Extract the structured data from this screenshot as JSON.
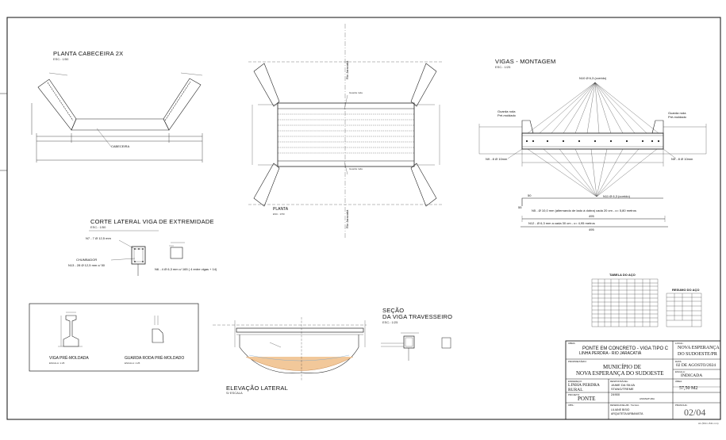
{
  "titles": {
    "planta_cabeceira": "PLANTA CABECEIRA 2X",
    "planta_cabeceira_esc": "ESC.: 1/50",
    "cabeceira": "CABECEIRA",
    "planta": "PLANTA",
    "planta_esc": "ESC.: 1/50",
    "rio_top": "Rio Jaracatiá",
    "rio_bottom": "Rio Jaracatiá",
    "guarda_rodas_1": "Guarda roda",
    "guarda_rodas_2": "Guarda roda",
    "vigas_montagem": "VIGAS - MONTAGEM",
    "vigas_montagem_esc": "ESC.: 1/25",
    "n10": "N10 Ø 6,3 (corrido)",
    "gr_left_1": "Guarda roda",
    "gr_left_2": "Pré-moldado",
    "gr_right_1": "Guarda roda",
    "gr_right_2": "Pré-moldado",
    "n9_left": "N9 - 8 Ø 10mm",
    "n9_right": "N9 - 8 Ø 10mm",
    "n11": "N11 Ø 6,3 (corrido)",
    "dim_50": "50",
    "dim_55": "55",
    "n5": "N5 - Ø 10,0 mm (alternando de lado à dobra) cada 20 cm - c= 5,80 metros",
    "dim_495a": "495",
    "n12": "N12 - Ø 6,3 mm a cada 30 cm  - c= 4,95 metros",
    "dim_495b": "495",
    "corte_lateral": "CORTE LATERAL VIGA DE EXTREMIDADE",
    "corte_lateral_esc": "ESC.: 1/50",
    "n7": "N7 - 7 Ø 12,5 mm",
    "chumbador": "CHUMBADOR",
    "n13": "N13 - 28 Ø 12,5 mm c/ 50",
    "n6": "N6 - 4 Ø 6,3 mm c/ 165 ( 4 entre vigas + 14)",
    "viga_pre": "VIGA PRÉ-MOLDADA",
    "viga_pre_esc": "ESCALA: 1:25",
    "guarda_roda_pre": "GUARDA RODA  PRÉ-MOLDADO",
    "guarda_roda_pre_esc": "ESCALA: 1:25",
    "elevacao": "ELEVAÇÃO LATERAL",
    "elevacao_esc": "S/ ESCALA",
    "secao_1": "SEÇÃO",
    "secao_2": "DA VIGA TRAVESSEIRO",
    "secao_esc": "ESC.: 1/25",
    "tabela_aco": "TABELA DO AÇO",
    "resumo_aco": "RESUMO DO AÇO"
  },
  "title_block": {
    "obra_label": "OBRA:",
    "obra_1": "PONTE EM CONCRETO - VIGA TIPO C",
    "obra_2": "LINHA PERDRA - RIO JARACATIÁ",
    "local_label": "LOCAL:",
    "local_1": "NOVA ESPERANÇA",
    "local_2": "DO SUDOESTE/PR",
    "proprietario_label": "PROPRIETÁRIO:",
    "prop_1": "MUNICÍPIO DE",
    "prop_2": "NOVA ESPERANÇA DO SUDOESTE",
    "data_label": "DATA:",
    "data": "02 DE AGOSTO/2024",
    "escala_label": "ESCALA:",
    "escala": "INDICADA",
    "endereco_label": "ENDEREÇO:",
    "end_1": "LINHA PERDRA",
    "end_2": "RURAL",
    "responsavel_label": "RESPONSÁVEL:",
    "resp_1": "JAIME DA SILVA",
    "resp_2": "STANG/TREME",
    "resp_3": "24900",
    "assinatura": "ASSINATURA",
    "area_label": "ÁREA:",
    "area": "57,50 M2",
    "projeto_label": "PROJETO:",
    "projeto": "PONTE",
    "desenho_label": "DESENHO/ELAB.: Técnico",
    "des_1": "LILIANE BISIO",
    "des_2": "ARQUITETA/URBANISTA",
    "obs_label": "OBS.:",
    "prancha_label": "PRANCHA:",
    "prancha": "02/04",
    "footer": "A1 (594 x 841 mm)"
  }
}
